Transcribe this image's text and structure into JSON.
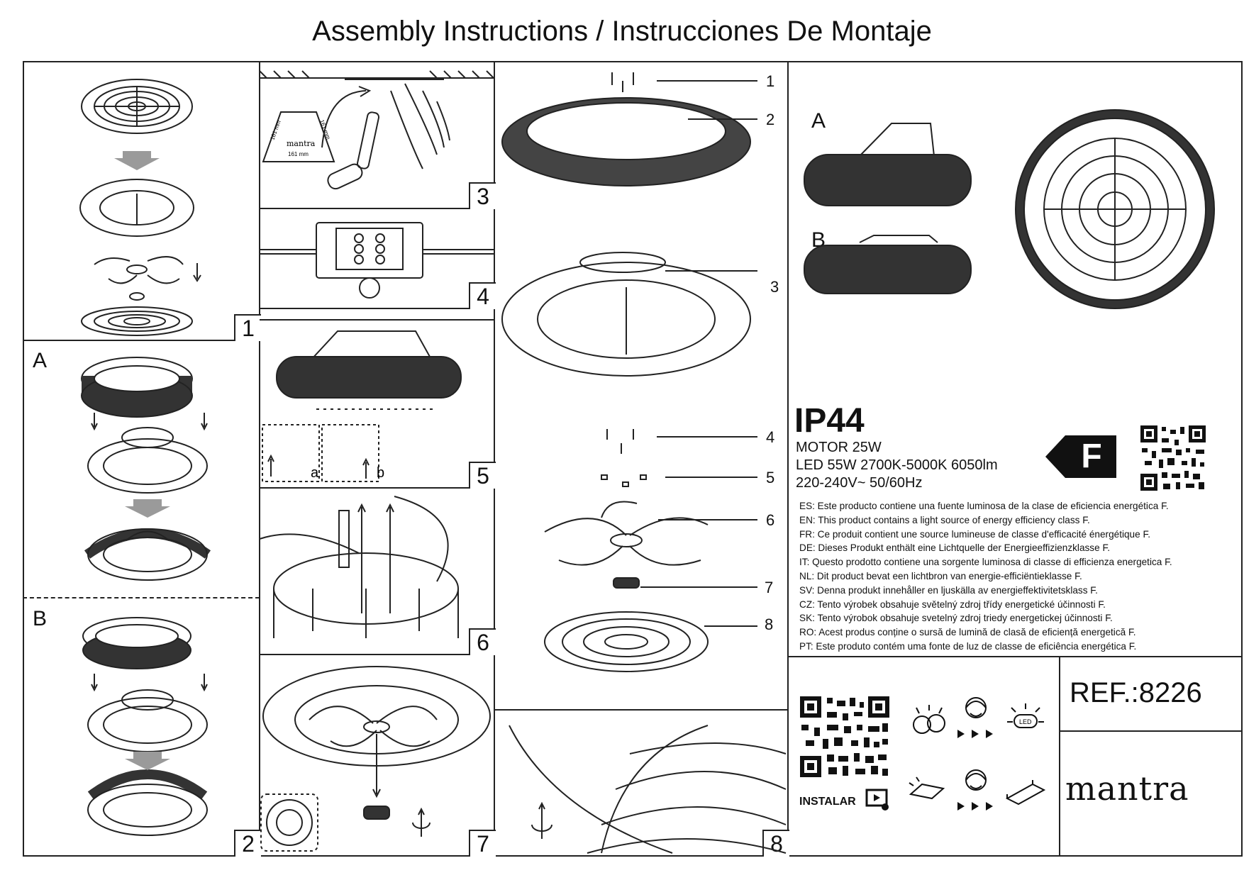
{
  "title": "Assembly Instructions / Instrucciones De Montaje",
  "steps": {
    "s1": "1",
    "s2": "2",
    "s3": "3",
    "s4": "4",
    "s5": "5",
    "s6": "6",
    "s7": "7",
    "s8": "8"
  },
  "variant_labels": {
    "a": "A",
    "b": "B"
  },
  "step3": {
    "dim1": "161 mm",
    "dim2": "161 mm",
    "dim3": "161 mm",
    "logo": "mantra"
  },
  "step5_sub": {
    "a": "a",
    "b": "b"
  },
  "parts": [
    "1",
    "2",
    "3",
    "4",
    "5",
    "6",
    "7",
    "8"
  ],
  "specs": {
    "ip": "IP44",
    "motor": "MOTOR 25W",
    "led": "LED 55W 2700K-5000K 6050lm",
    "voltage": "220-240V~ 50/60Hz",
    "energy_class": "F"
  },
  "energy_statements": [
    "ES: Este producto contiene una fuente luminosa de la clase de eficiencia energética F.",
    "EN: This product contains a light source of energy efficiency class F.",
    "FR: Ce produit contient une source lumineuse de classe d'efficacité énergétique F.",
    "DE: Dieses Produkt enthält eine Lichtquelle der Energieeffizienzklasse F.",
    "IT: Questo prodotto contiene una sorgente luminosa di classe di efficienza energetica F.",
    "NL: Dit product bevat een lichtbron van energie-efficiëntieklasse F.",
    "SV: Denna produkt innehåller en ljuskälla av energieffektivitetsklass F.",
    "CZ: Tento výrobek obsahuje světelný zdroj třídy energetické účinnosti F.",
    "SK: Tento výrobok obsahuje svetelný zdroj triedy energetickej účinnosti F.",
    "RO: Acest produs conține o sursă de lumină de clasă de eficiență energetică F.",
    "PT: Este produto contém uma fonte de luz de classe de eficiência energética F."
  ],
  "reference": "REF.:8226",
  "brand": "mantra",
  "install_label": "INSTALAR",
  "icons": {
    "qr_code": "qr-code-icon",
    "install_video": "video-play-icon",
    "led_bulbs": "led-bulbs-icon",
    "technician": "technician-icon",
    "led_module": "led-module-icon",
    "driver": "led-driver-icon",
    "energy_arrow": "energy-class-arrow-icon"
  },
  "colors": {
    "line": "#222222",
    "energy_badge": "#111111",
    "arrow_gray": "#9a9a9a"
  }
}
